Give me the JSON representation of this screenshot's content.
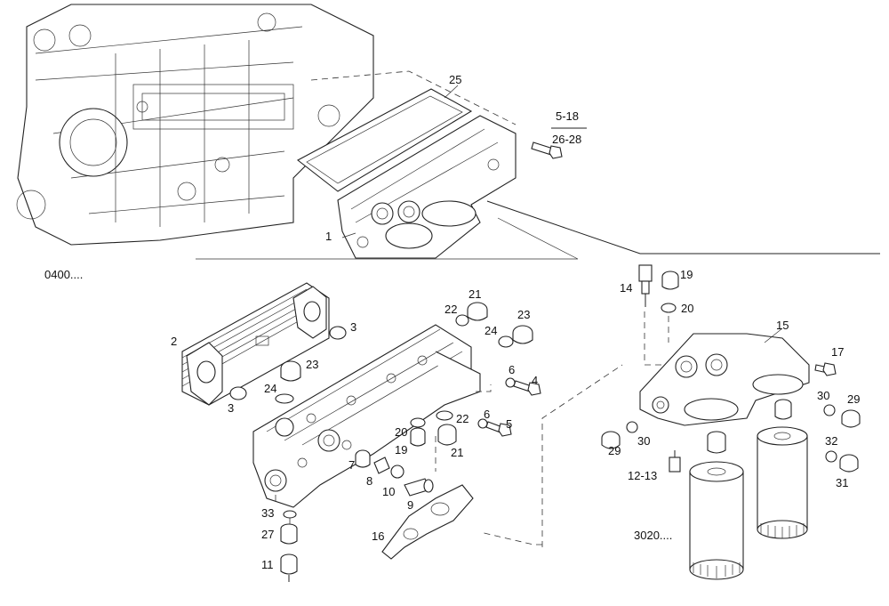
{
  "labels": {
    "l25": "25",
    "l5_18": "5-18",
    "l26_28": "26-28",
    "l1": "1",
    "l0400": "0400....",
    "l2": "2",
    "l3a": "3",
    "l3b": "3",
    "l21a": "21",
    "l22a": "22",
    "l23a": "23",
    "l24a": "24",
    "l23b": "23",
    "l24b": "24",
    "l6a": "6",
    "l4": "4",
    "l22b": "22",
    "l6b": "6",
    "l5": "5",
    "l20a": "20",
    "l19a": "19",
    "l21b": "21",
    "l7": "7",
    "l8": "8",
    "l10": "10",
    "l9": "9",
    "l33": "33",
    "l27": "27",
    "l11": "11",
    "l16": "16",
    "l14": "14",
    "l19b": "19",
    "l20b": "20",
    "l15": "15",
    "l17": "17",
    "l30a": "30",
    "l29a": "29",
    "l30b": "30",
    "l29b": "29",
    "l32": "32",
    "l31": "31",
    "l12_13": "12-13",
    "l3020": "3020...."
  }
}
